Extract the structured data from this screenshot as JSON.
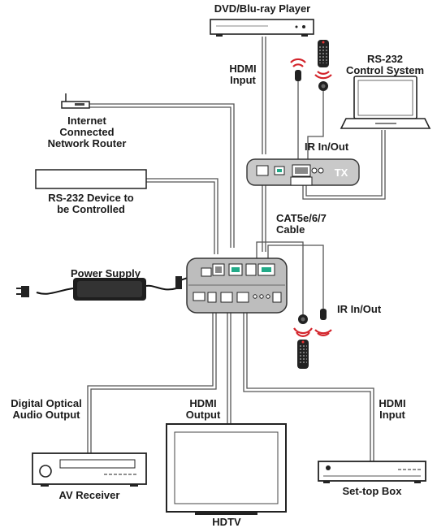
{
  "labels": {
    "dvd_player": "DVD/Blu-ray Player",
    "hdmi_input_top": [
      "HDMI",
      "Input"
    ],
    "rs232_control": [
      "RS-232",
      "Control System"
    ],
    "router": [
      "Internet",
      "Connected",
      "Network Router"
    ],
    "ir_in_out_top": "IR In/Out",
    "tx_label": "TX",
    "rs232_device": [
      "RS-232 Device to",
      "be Controlled"
    ],
    "cat_cable": [
      "CAT5e/6/7",
      "Cable"
    ],
    "power_supply": "Power Supply",
    "ir_in_out_bottom": "IR In/Out",
    "digital_audio": [
      "Digital Optical",
      "Audio Output"
    ],
    "hdmi_output": [
      "HDMI",
      "Output"
    ],
    "hdmi_input_bottom": [
      "HDMI",
      "Input"
    ],
    "av_receiver": "AV Receiver",
    "hdtv": "HDTV",
    "settop_box": "Set-top Box"
  },
  "colors": {
    "line": "#444444",
    "device_fill": "#ffffff",
    "tx_fill": "#c9c9c9",
    "rx_fill": "#bdbdbd",
    "ir_red": "#d3242b",
    "text": "#1a1a1a"
  }
}
